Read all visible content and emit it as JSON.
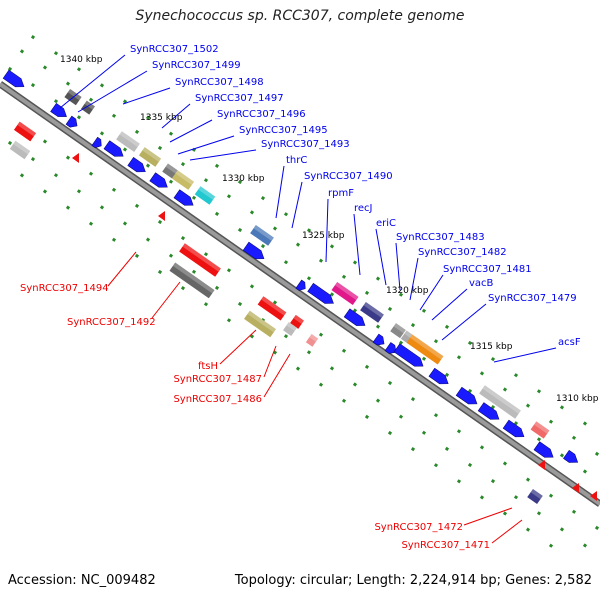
{
  "title": "Synechococcus sp. RCC307, complete genome",
  "footer": {
    "accession": "Accession: NC_009482",
    "summary": "Topology: circular; Length: 2,224,914 bp; Genes: 2,582"
  },
  "colors": {
    "forward_label": "#0000ee",
    "reverse_label": "#ee0000",
    "backbone": "#777777",
    "tick": "#2a8a2a"
  },
  "kbp_ticks": [
    "1340 kbp",
    "1335 kbp",
    "1330 kbp",
    "1325 kbp",
    "1320 kbp",
    "1315 kbp",
    "1310 kbp"
  ],
  "forward_labels": [
    "SynRCC307_1502",
    "SynRCC307_1499",
    "SynRCC307_1498",
    "SynRCC307_1497",
    "SynRCC307_1496",
    "SynRCC307_1495",
    "SynRCC307_1493",
    "thrC",
    "SynRCC307_1490",
    "rpmF",
    "recJ",
    "eriC",
    "SynRCC307_1483",
    "SynRCC307_1482",
    "SynRCC307_1481",
    "vacB",
    "SynRCC307_1479",
    "acsF"
  ],
  "reverse_labels": [
    "SynRCC307_1494",
    "SynRCC307_1492",
    "ftsH",
    "SynRCC307_1487",
    "SynRCC307_1486",
    "SynRCC307_1472",
    "SynRCC307_1471"
  ]
}
